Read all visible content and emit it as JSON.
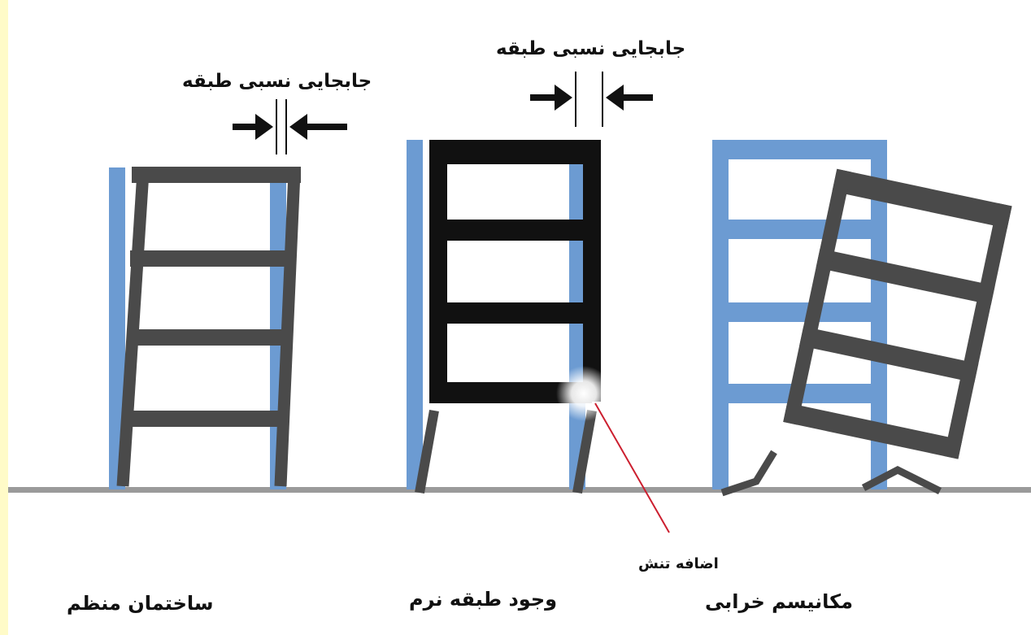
{
  "labels": {
    "drift_left": "جابجایی نسبی طبقه",
    "drift_middle": "جابجایی نسبی طبقه",
    "stress_concentration": "اضافه تنش",
    "regular_building": "ساختمان منظم",
    "soft_story": "وجود طبقه نرم",
    "failure_mechanism": "مکانیسم خرابی"
  },
  "colors": {
    "background": "#ffffff",
    "border": "#fffbc8",
    "original_frame": "#6c9bd2",
    "deformed_frame": "#4a4a4a",
    "soft_story_frame": "#111111",
    "ground": "#9a9a9a",
    "stress_line": "#cc1f2f"
  }
}
